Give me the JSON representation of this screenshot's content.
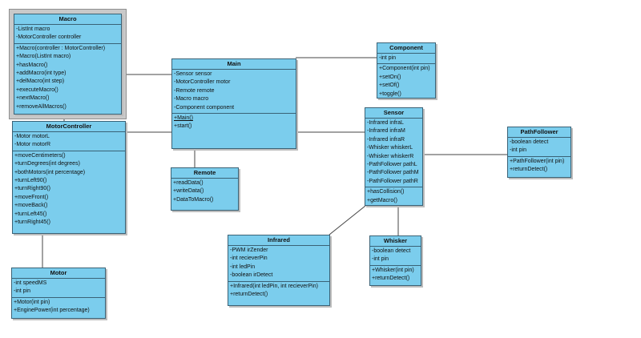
{
  "diagram": {
    "title": "Robot control UML class diagram",
    "colors": {
      "box_fill": "#7BCDED",
      "box_border": "#3A6276",
      "connector": "#444444",
      "selection_frame": "#C9C9C9",
      "shadow": "#BDBDBD",
      "background": "#FFFFFF"
    },
    "classes": [
      {
        "title": "Macro",
        "selected": true,
        "attributes": [
          "-ListInt macro",
          "-MotorController controller"
        ],
        "methods": [
          "+Macro(controller : MotorController)",
          "+Macro(ListInt macro)",
          "+hasMacro()",
          "+addMacro(int type)",
          "+delMacro(int step)",
          "+executeMacro()",
          "+nextMacro()",
          "+removeAllMacros()"
        ]
      },
      {
        "title": "MotorController",
        "selected": false,
        "attributes": [
          "-Motor motorL",
          "-Motor motorR"
        ],
        "methods": [
          "+moveCentimeters()",
          "+turnDegrees(int degrees)",
          "+bothMotors(int percentage)",
          "+turnLeft90()",
          "+turnRight90()",
          "+moveFront()",
          "+moveBack()",
          "+turnLeft45()",
          "+turnRight45()"
        ]
      },
      {
        "title": "Motor",
        "selected": false,
        "attributes": [
          "-int speedMS",
          "-int pin"
        ],
        "methods": [
          "+Motor(int pin)",
          "+EnginePower(int percentage)"
        ]
      },
      {
        "title": "Main",
        "selected": false,
        "attributes": [
          "-Sensor sensor",
          "-MotorController motor",
          "-Remote remote",
          "-Macro macro",
          "-Component component"
        ],
        "methods": [
          "+Main()",
          "+start()"
        ],
        "static_method": "+Main()"
      },
      {
        "title": "Remote",
        "selected": false,
        "attributes": [],
        "methods": [
          "+readData()",
          "+writeData()",
          "+DataToMacro()"
        ]
      },
      {
        "title": "Component",
        "selected": false,
        "attributes": [
          "-int pin"
        ],
        "methods": [
          "+Component(int pin)",
          "+setOn()",
          "+setOf()",
          "+toggle()"
        ]
      },
      {
        "title": "Sensor",
        "selected": false,
        "attributes": [
          "-Infrared infraL",
          "-Infrared infraM",
          "-Infrared infraR",
          "-Whisker whiskerL",
          "-Whisker whiskerR",
          "-PathFollower pathL",
          "-PathFollower pathM",
          "-PathFollower pathR"
        ],
        "methods": [
          "+hasCollision()",
          "+getMacro()"
        ]
      },
      {
        "title": "PathFollower",
        "selected": false,
        "attributes": [
          "-boolean detect",
          "-int pin"
        ],
        "methods": [
          "+PathFollower(int pin)",
          "+returnDetect()"
        ]
      },
      {
        "title": "Infrared",
        "selected": false,
        "attributes": [
          "-PWM irZender",
          "-int recieverPin",
          "-int ledPin",
          "-boolean irDetect"
        ],
        "methods": [
          "+Infrared(int ledPin, int recieverPin)",
          "+returnDetect()"
        ]
      },
      {
        "title": "Whisker",
        "selected": false,
        "attributes": [
          "-boolean detect",
          "-int pin"
        ],
        "methods": [
          "+Whisker(int pin)",
          "+returnDetect()"
        ]
      }
    ],
    "connectors": [
      {
        "name": "macro-main"
      },
      {
        "name": "macro-motorcontroller"
      },
      {
        "name": "motorcontroller-main"
      },
      {
        "name": "motorcontroller-motor"
      },
      {
        "name": "main-remote"
      },
      {
        "name": "main-component"
      },
      {
        "name": "main-sensor"
      },
      {
        "name": "sensor-pathfollower"
      },
      {
        "name": "sensor-infrared"
      },
      {
        "name": "sensor-whisker"
      }
    ]
  }
}
